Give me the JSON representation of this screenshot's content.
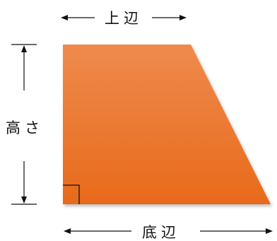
{
  "labels": {
    "top_edge": "上辺",
    "height": "高さ",
    "bottom_edge": "底辺"
  },
  "colors": {
    "shape_light": "#ef8a4d",
    "shape_dark": "#e86a1a",
    "lines": "#111111"
  }
}
